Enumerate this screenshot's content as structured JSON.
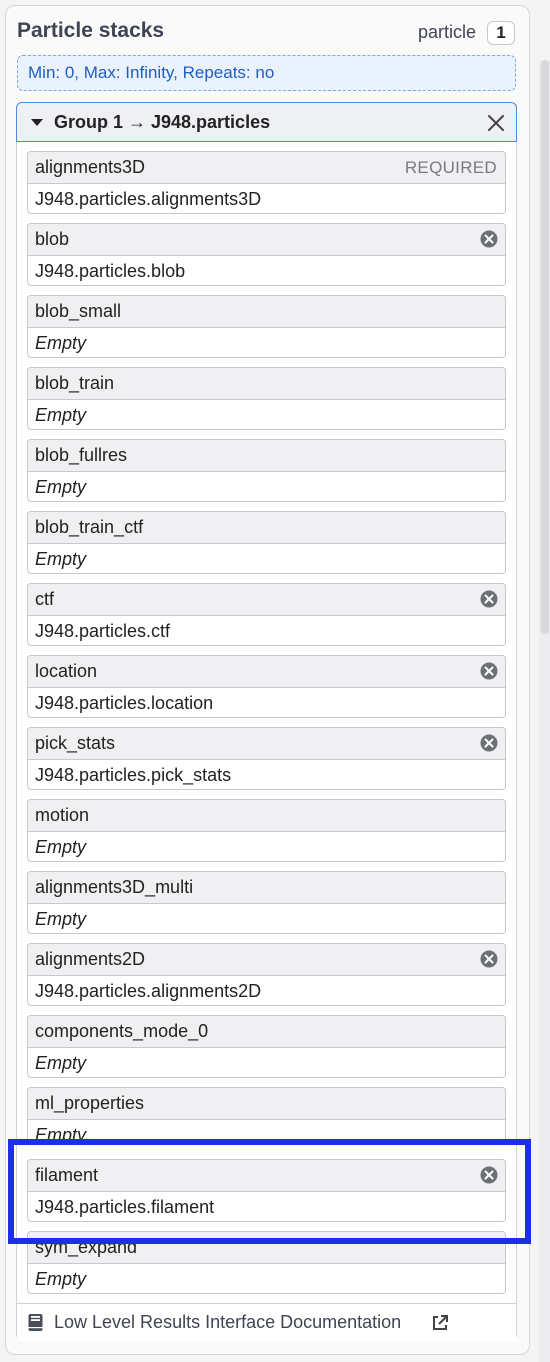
{
  "panel": {
    "title": "Particle stacks",
    "slot_label": "particle",
    "count": "1",
    "constraints": "Min: 0, Max: Infinity, Repeats: no"
  },
  "group": {
    "title": "Group 1 → J948.particles",
    "close_icon": "close-icon"
  },
  "slots": [
    {
      "name": "alignments3D",
      "value": "J948.particles.alignments3D",
      "required_label": "REQUIRED"
    },
    {
      "name": "blob",
      "value": "J948.particles.blob",
      "removable": true
    },
    {
      "name": "blob_small",
      "value": "Empty"
    },
    {
      "name": "blob_train",
      "value": "Empty"
    },
    {
      "name": "blob_fullres",
      "value": "Empty"
    },
    {
      "name": "blob_train_ctf",
      "value": "Empty"
    },
    {
      "name": "ctf",
      "value": "J948.particles.ctf",
      "removable": true
    },
    {
      "name": "location",
      "value": "J948.particles.location",
      "removable": true
    },
    {
      "name": "pick_stats",
      "value": "J948.particles.pick_stats",
      "removable": true
    },
    {
      "name": "motion",
      "value": "Empty"
    },
    {
      "name": "alignments3D_multi",
      "value": "Empty"
    },
    {
      "name": "alignments2D",
      "value": "J948.particles.alignments2D",
      "removable": true
    },
    {
      "name": "components_mode_0",
      "value": "Empty"
    },
    {
      "name": "ml_properties",
      "value": "Empty"
    },
    {
      "name": "filament",
      "value": "J948.particles.filament",
      "removable": true
    },
    {
      "name": "sym_expand",
      "value": "Empty"
    }
  ],
  "footer": {
    "doc_link": "Low Level Results Interface Documentation",
    "book_icon": "book-icon",
    "external_icon": "external-link-icon"
  },
  "colors": {
    "accent": "#4d8ae3",
    "highlight": "#1c2ee8",
    "constraint_bg": "#eaf2fd",
    "constraint_text": "#1f5fbf"
  }
}
